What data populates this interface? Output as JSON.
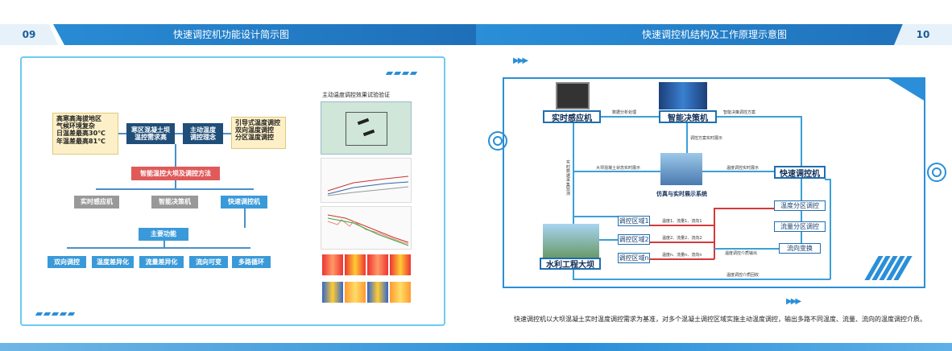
{
  "left_page": {
    "page_number": "09",
    "title": "快速调控机功能设计简示图",
    "conditions": [
      "高寒高海拔地区",
      "气候环境复杂",
      "日温差最高30℃",
      "年温差最高81℃"
    ],
    "need_box": "寒区混凝土坝\n温控需求高",
    "concept_box": "主动温度\n调控理念",
    "methods": [
      "引导式温度调控",
      "双向温度调控",
      "分区温度调控"
    ],
    "method_title": "智能温控大坝及调控方法",
    "components": [
      "实时感应机",
      "智能决策机",
      "快速调控机"
    ],
    "main_function": "主要功能",
    "functions": [
      "双向调控",
      "温度差异化",
      "流量差异化",
      "流向可变",
      "多路循环"
    ],
    "test_title": "主动温度调控效果试验验证"
  },
  "right_page": {
    "page_number": "10",
    "title": "快速调控机结构及工作原理示意图",
    "nodes": {
      "sensor": "实时感应机",
      "decision": "智能决策机",
      "simulation": "仿真与实时展示系统",
      "controller": "快速调控机",
      "dam": "水利工程大坝",
      "zone_temp": "温度分区调控",
      "zone_flow": "流量分区调控",
      "flow_switch": "流向变换",
      "zones": [
        "调控区域1",
        "调控区域2",
        "调控区域n"
      ]
    },
    "labels": {
      "data_analysis": "数据分析处理",
      "smart_plan": "智能决策调控方案",
      "plan_display": "调控方案实时展示",
      "dam_state": "大坝混凝土状态实时展示",
      "temp_display": "温度调控实时展示",
      "vertical": "实时数据采集监测",
      "z1": "温度1、流量1、流向1",
      "z2": "温度2、流量2、流向2",
      "zn": "温度n、流量n、流向n",
      "medium_out": "温度调控介质输出",
      "medium_back": "温度调控介质回收"
    },
    "caption": "快速调控机以大坝混凝土实时温度调控需求为基准，对多个混凝土调控区域实施主动温度调控，输出多路不同温度、流量、流向的温度调控介质。"
  }
}
